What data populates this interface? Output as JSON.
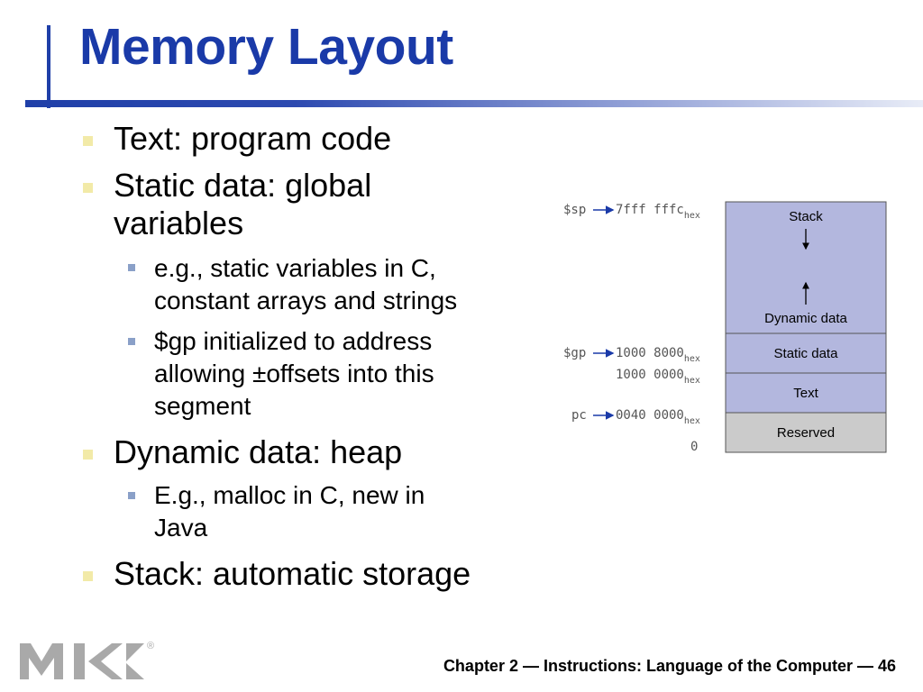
{
  "slide": {
    "title": "Memory Layout",
    "footer": "Chapter 2 — Instructions: Language of the Computer — 46"
  },
  "bullets": [
    {
      "text": "Text: program code"
    },
    {
      "text_line1": "Static data: global",
      "text_line2": "variables",
      "sub": [
        {
          "line1": "e.g., static variables in C,",
          "line2": "constant arrays and strings"
        },
        {
          "line1": "$gp initialized to address",
          "line2": "allowing ±offsets into this",
          "line3": "segment"
        }
      ]
    },
    {
      "text": "Dynamic data: heap",
      "sub": [
        {
          "line1": "E.g., malloc in C, new in",
          "line2": "Java"
        }
      ]
    },
    {
      "text": "Stack: automatic storage"
    }
  ],
  "diagram": {
    "segments": [
      "Stack",
      "Dynamic data",
      "Static data",
      "Text",
      "Reserved"
    ],
    "registers": {
      "sp": "$sp",
      "gp": "$gp",
      "pc": "pc"
    },
    "addresses": {
      "sp": "7fff fffc",
      "gp": "1000 8000",
      "static_start": "1000 0000",
      "pc": "0040 0000",
      "zero": "0",
      "suffix": "hex"
    },
    "colors": {
      "segment": "#b3b7de",
      "reserved": "#cbcbcb",
      "arrow": "#1a3aa8"
    }
  },
  "logo": {
    "text": "MK",
    "mark": "®"
  }
}
